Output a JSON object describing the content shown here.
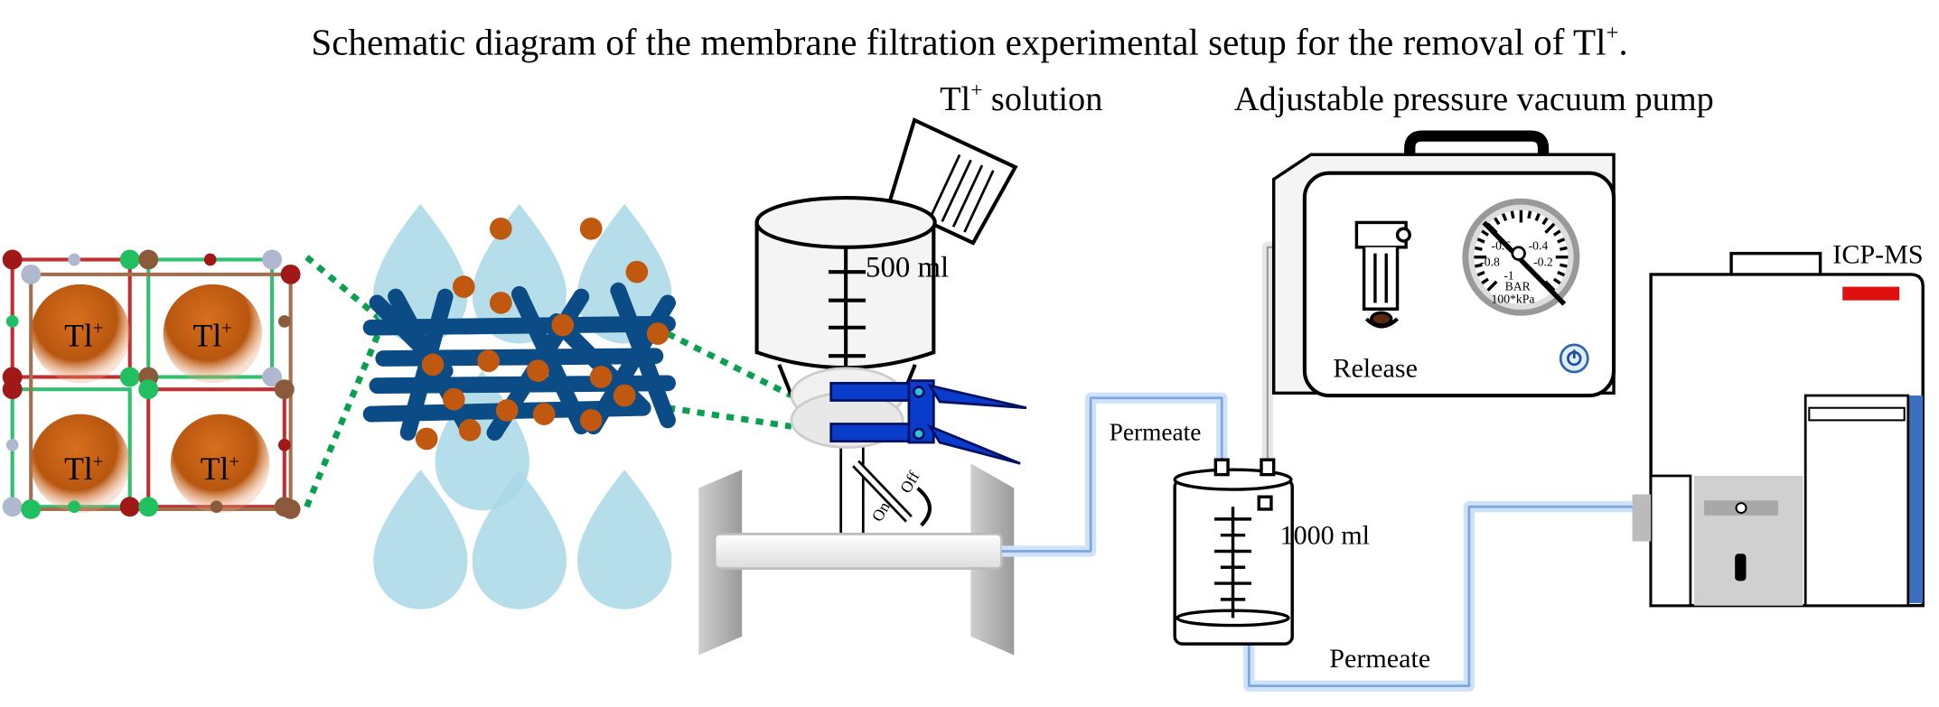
{
  "title": "Schematic diagram of the membrane filtration experimental setup for the removal of Tl",
  "title_superscript": "+",
  "title_end": ".",
  "labels": {
    "solution": "Tl",
    "solution_sup": "+",
    "solution_end": " solution",
    "pump": "Adjustable pressure vacuum pump",
    "funnel_volume": "500 ml",
    "flask_volume": "1000 ml",
    "permeate_top": "Permeate",
    "permeate_bottom": "Permeate",
    "release": "Release",
    "icpms": "ICP-MS",
    "valve_on": "On",
    "valve_off": "Off",
    "ion": "Tl",
    "ion_sup": "+"
  },
  "gauge": {
    "ticks": [
      "-0.6",
      "-0.4",
      "-0.8",
      "-0.2",
      "-1"
    ],
    "unit1": "BAR",
    "unit2": "100*kPa"
  },
  "colors": {
    "ion": "#c0580f",
    "membrane": "#0b4c86",
    "droplet": "#a9d8e6",
    "clamp": "#0a3ccc",
    "tube": "#a8c8f0",
    "dotted": "#0aa050",
    "icp_accent": "#e01010",
    "icp_side": "#3a6fc0"
  }
}
